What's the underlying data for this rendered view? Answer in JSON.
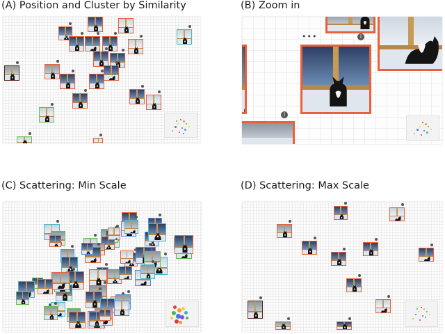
{
  "panels": [
    {
      "id": "A",
      "title": "(A) Position and Cluster by Similarity"
    },
    {
      "id": "B",
      "title": "(B) Zoom in"
    },
    {
      "id": "C",
      "title": "(C) Scattering: Min Scale"
    },
    {
      "id": "D",
      "title": "(D) Scattering: Max Scale"
    }
  ],
  "zoom": {
    "more_label": "•••",
    "info_label": "i"
  },
  "colors": {
    "selected_border": "#e8613a",
    "cluster_blue": "#5b8fd6",
    "cluster_teal": "#4cb6c4",
    "cluster_green": "#66bb55",
    "minimap_palette": [
      "#e23b3b",
      "#f29b2f",
      "#f2d135",
      "#4fb34a",
      "#3b7fe2",
      "#8b4fd1",
      "#2bb5c6"
    ]
  }
}
